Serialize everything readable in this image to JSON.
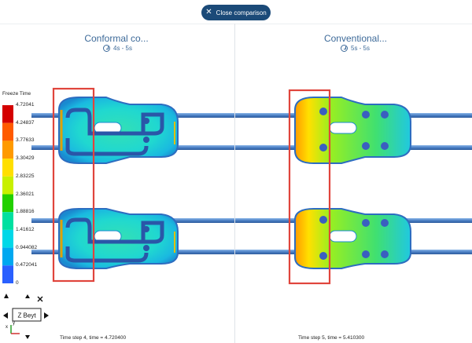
{
  "toolbar": {
    "close_label": "Close comparison"
  },
  "panes": [
    {
      "title": "Conformal co...",
      "time_range": "4s - 5s",
      "time_step": "Time step 4, time = 4.720400"
    },
    {
      "title": "Conventional...",
      "time_range": "5s - 5s",
      "time_step": "Time step 5, time = 5.410300"
    }
  ],
  "legend": {
    "title": "Freeze Time",
    "ticks": [
      "4.72041",
      "4.24837",
      "3.77633",
      "3.30429",
      "2.83225",
      "2.36021",
      "1.88816",
      "1.41612",
      "0.944082",
      "0.472041",
      "0"
    ],
    "colors": [
      "#d40000",
      "#ff5a00",
      "#ff9a00",
      "#ffdf00",
      "#c8f000",
      "#22d000",
      "#00e0a0",
      "#00d8e8",
      "#00a8f0",
      "#2a60ff",
      "#1010c8"
    ]
  },
  "orientation": {
    "label": "Z Beyt",
    "x_label": "x",
    "y_label": "y"
  },
  "colors": {
    "accent": "#1b4a78",
    "highlight_box": "#e0453c",
    "pipe": "#5b8ed0"
  }
}
